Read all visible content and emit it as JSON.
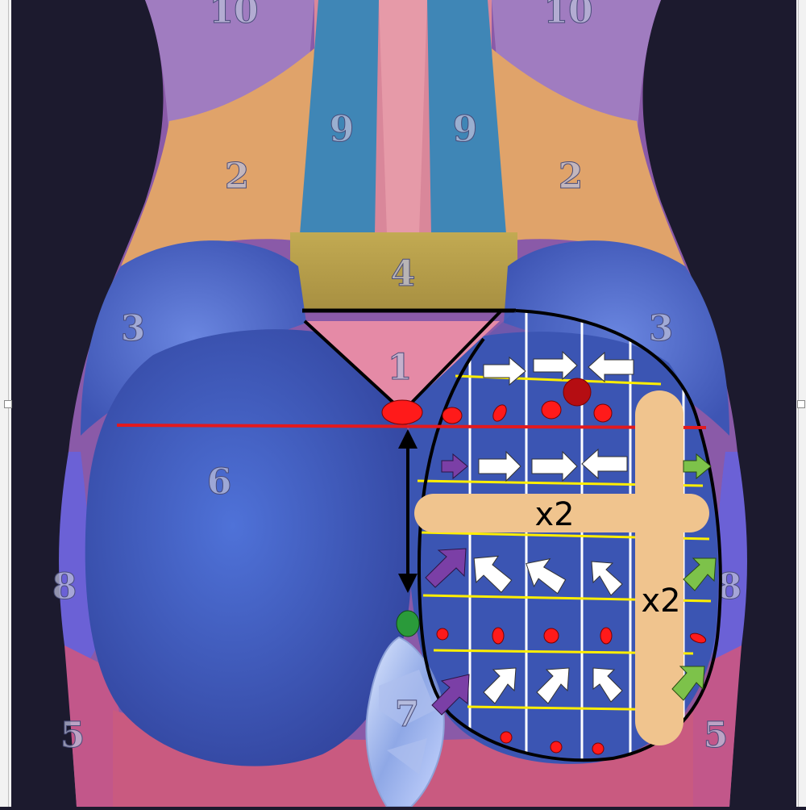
{
  "zones": {
    "z10_left": "10",
    "z10_right": "10",
    "z9_left": "9",
    "z9_right": "9",
    "z2_left": "2",
    "z2_right": "2",
    "z4": "4",
    "z3_left": "3",
    "z3_right": "3",
    "z1": "1",
    "z6": "6",
    "z8_left": "8",
    "z8_right": "8",
    "z7": "7",
    "z5_left": "5",
    "z5_right": "5"
  },
  "strips": {
    "horizontal_label": "x2",
    "vertical_label": "x2"
  },
  "colors": {
    "zone_1": "#e58aa6",
    "zone_2": "#e0a36a",
    "zone_3": "#4f6fc8",
    "zone_4": "#b9a24f",
    "zone_5": "#c2578a",
    "zone_6": "#3f5ab8",
    "zone_8": "#6b61d6",
    "zone_9": "#3f86b6",
    "zone_10": "#a07cc0",
    "guide_red": "#e3191d",
    "guide_yellow": "#ffee00",
    "grid_white": "#ffffff",
    "arrow_purple": "#7b3fa6",
    "arrow_green": "#7dc24a",
    "strip_tan": "#f0c48e",
    "dot_red": "#ff1a1a",
    "dot_green": "#2a9a3a"
  },
  "icons": {
    "white_arrows": "direction-arrow-icon",
    "purple_arrows": "entry-arrow-icon",
    "green_arrows": "exit-arrow-icon"
  }
}
